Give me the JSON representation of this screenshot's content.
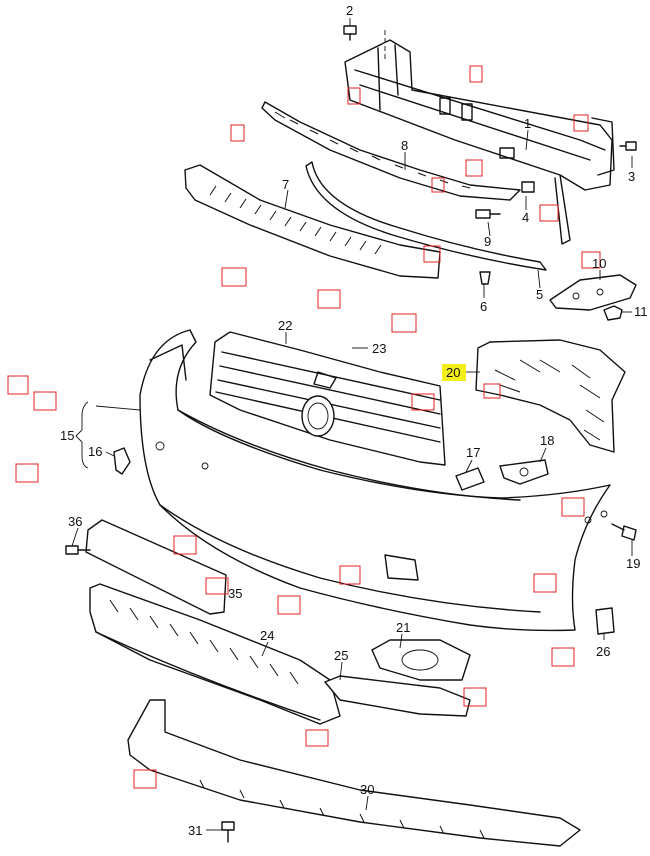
{
  "colors": {
    "line": "#111111",
    "marker": "#e02020",
    "highlight": "#f4ef1a"
  },
  "callouts": {
    "c1": "1",
    "c2": "2",
    "c3": "3",
    "c4": "4",
    "c5": "5",
    "c6": "6",
    "c7": "7",
    "c8": "8",
    "c9": "9",
    "c10": "10",
    "c11": "11",
    "c15": "15",
    "c16": "16",
    "c17": "17",
    "c18": "18",
    "c19": "19",
    "c20": "20",
    "c21": "21",
    "c22": "22",
    "c23": "23",
    "c24": "24",
    "c25": "25",
    "c26": "26",
    "c30": "30",
    "c31": "31",
    "c35": "35",
    "c36": "36"
  },
  "highlighted_callout": "20"
}
